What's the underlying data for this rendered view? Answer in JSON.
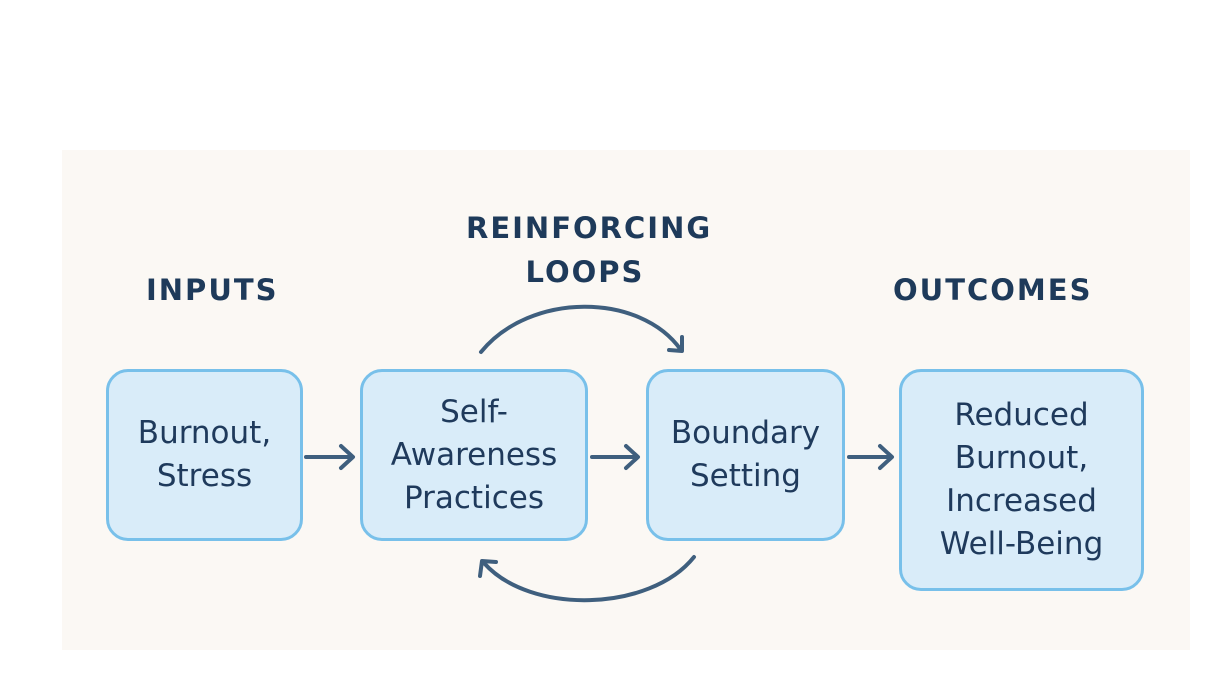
{
  "diagram": {
    "title_fragment": "",
    "headings": {
      "inputs": "INPUTS",
      "reinforcing_loops": "REINFORCING\nLOOPS",
      "outcomes": "OUTCOMES"
    },
    "boxes": [
      {
        "id": "burnout",
        "label": "Burnout,\nStress"
      },
      {
        "id": "self-awareness",
        "label": "Self-\nAwareness\nPractices"
      },
      {
        "id": "boundary",
        "label": "Boundary\nSetting"
      },
      {
        "id": "outcome",
        "label": "Reduced\nBurnout,\nIncreased\nWell-Being"
      }
    ],
    "colors": {
      "panel": "#fbf8f4",
      "box_fill": "#d9ecf9",
      "box_border": "#78c0ea",
      "text": "#1f3a5c",
      "arrow": "#3f5f7e"
    }
  }
}
